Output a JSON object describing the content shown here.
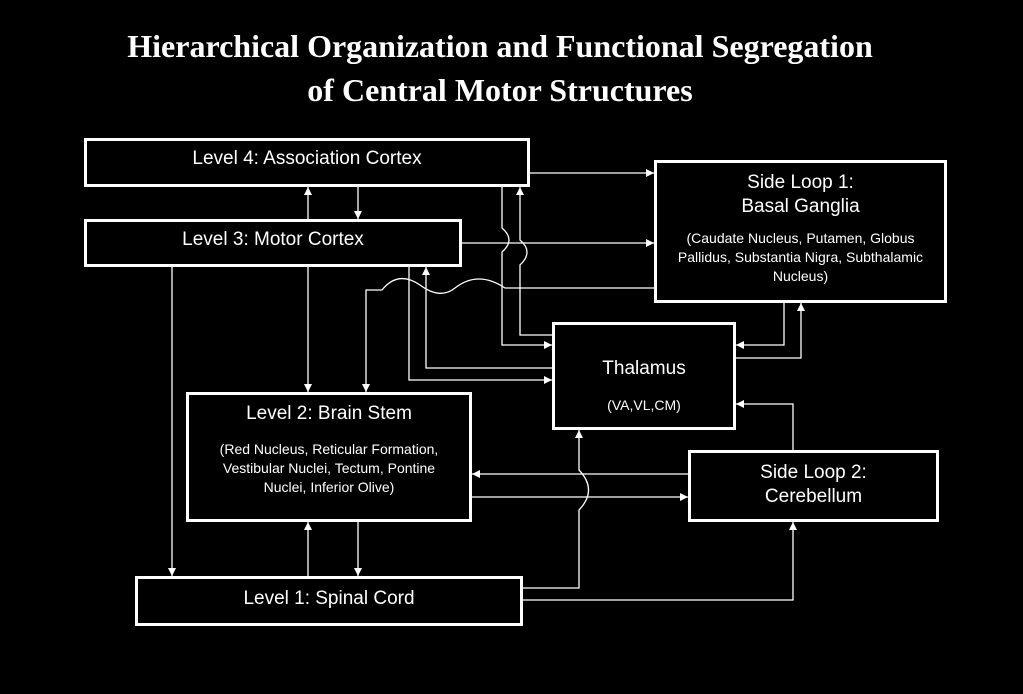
{
  "title": {
    "line1": "Hierarchical Organization and Functional Segregation",
    "line2": "of Central Motor Structures"
  },
  "nodes": {
    "level4": {
      "label": "Level 4: Association Cortex"
    },
    "level3": {
      "label": "Level 3: Motor Cortex"
    },
    "level2": {
      "label": "Level 2: Brain Stem",
      "detail": "(Red Nucleus, Reticular Formation, Vestibular Nuclei, Tectum, Pontine Nuclei, Inferior Olive)"
    },
    "level1": {
      "label": "Level 1: Spinal Cord"
    },
    "side_loop_1": {
      "line1": "Side Loop 1:",
      "line2": "Basal Ganglia",
      "detail": "(Caudate Nucleus, Putamen, Globus Pallidus, Substantia Nigra, Subthalamic Nucleus)"
    },
    "thalamus": {
      "label": "Thalamus",
      "detail": "(VA,VL,CM)"
    },
    "side_loop_2": {
      "line1": "Side Loop 2:",
      "line2": "Cerebellum"
    }
  },
  "colors": {
    "background": "#000000",
    "foreground": "#ffffff"
  }
}
